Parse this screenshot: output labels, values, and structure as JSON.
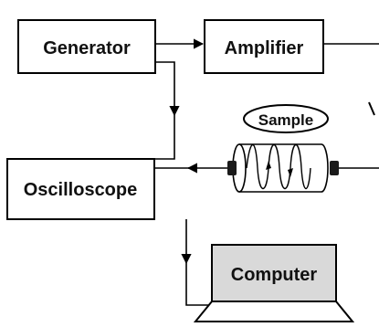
{
  "diagram": {
    "blocks": {
      "generator": "Generator",
      "amplifier": "Amplifier",
      "oscilloscope": "Oscilloscope",
      "computer": "Computer"
    },
    "sample_label": "Sample"
  },
  "colors": {
    "stroke": "#000000",
    "background": "#ffffff",
    "cylinder_fill": "#ffffff",
    "connector": "#1a1a1a"
  },
  "icons": [
    "sample-coil-icon",
    "laptop-icon",
    "arrow-icon"
  ]
}
